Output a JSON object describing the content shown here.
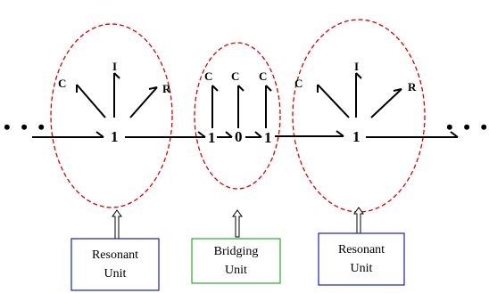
{
  "colors": {
    "ellipse": "#e00000",
    "resonant_box": "#1a1acc",
    "bridging_box": "#22b022",
    "bond": "#000000"
  },
  "diagram": {
    "ellipsis_left": "• • •",
    "ellipsis_right": "• • •",
    "resonant_left": {
      "ports": {
        "c": "C",
        "i": "I",
        "r": "R"
      },
      "junction": "1"
    },
    "bridging": {
      "ports": {
        "c1": "C",
        "c2": "C",
        "c3": "C"
      },
      "junction_left": "1",
      "junction_center": "0",
      "junction_right": "1"
    },
    "resonant_right": {
      "ports": {
        "c": "C",
        "i": "I",
        "r": "R"
      },
      "junction": "1"
    }
  },
  "labels": {
    "resonant_left": {
      "line1": "Resonant",
      "line2": "Unit"
    },
    "bridging": {
      "line1": "Bridging",
      "line2": "Unit"
    },
    "resonant_right": {
      "line1": "Resonant",
      "line2": "Unit"
    }
  }
}
